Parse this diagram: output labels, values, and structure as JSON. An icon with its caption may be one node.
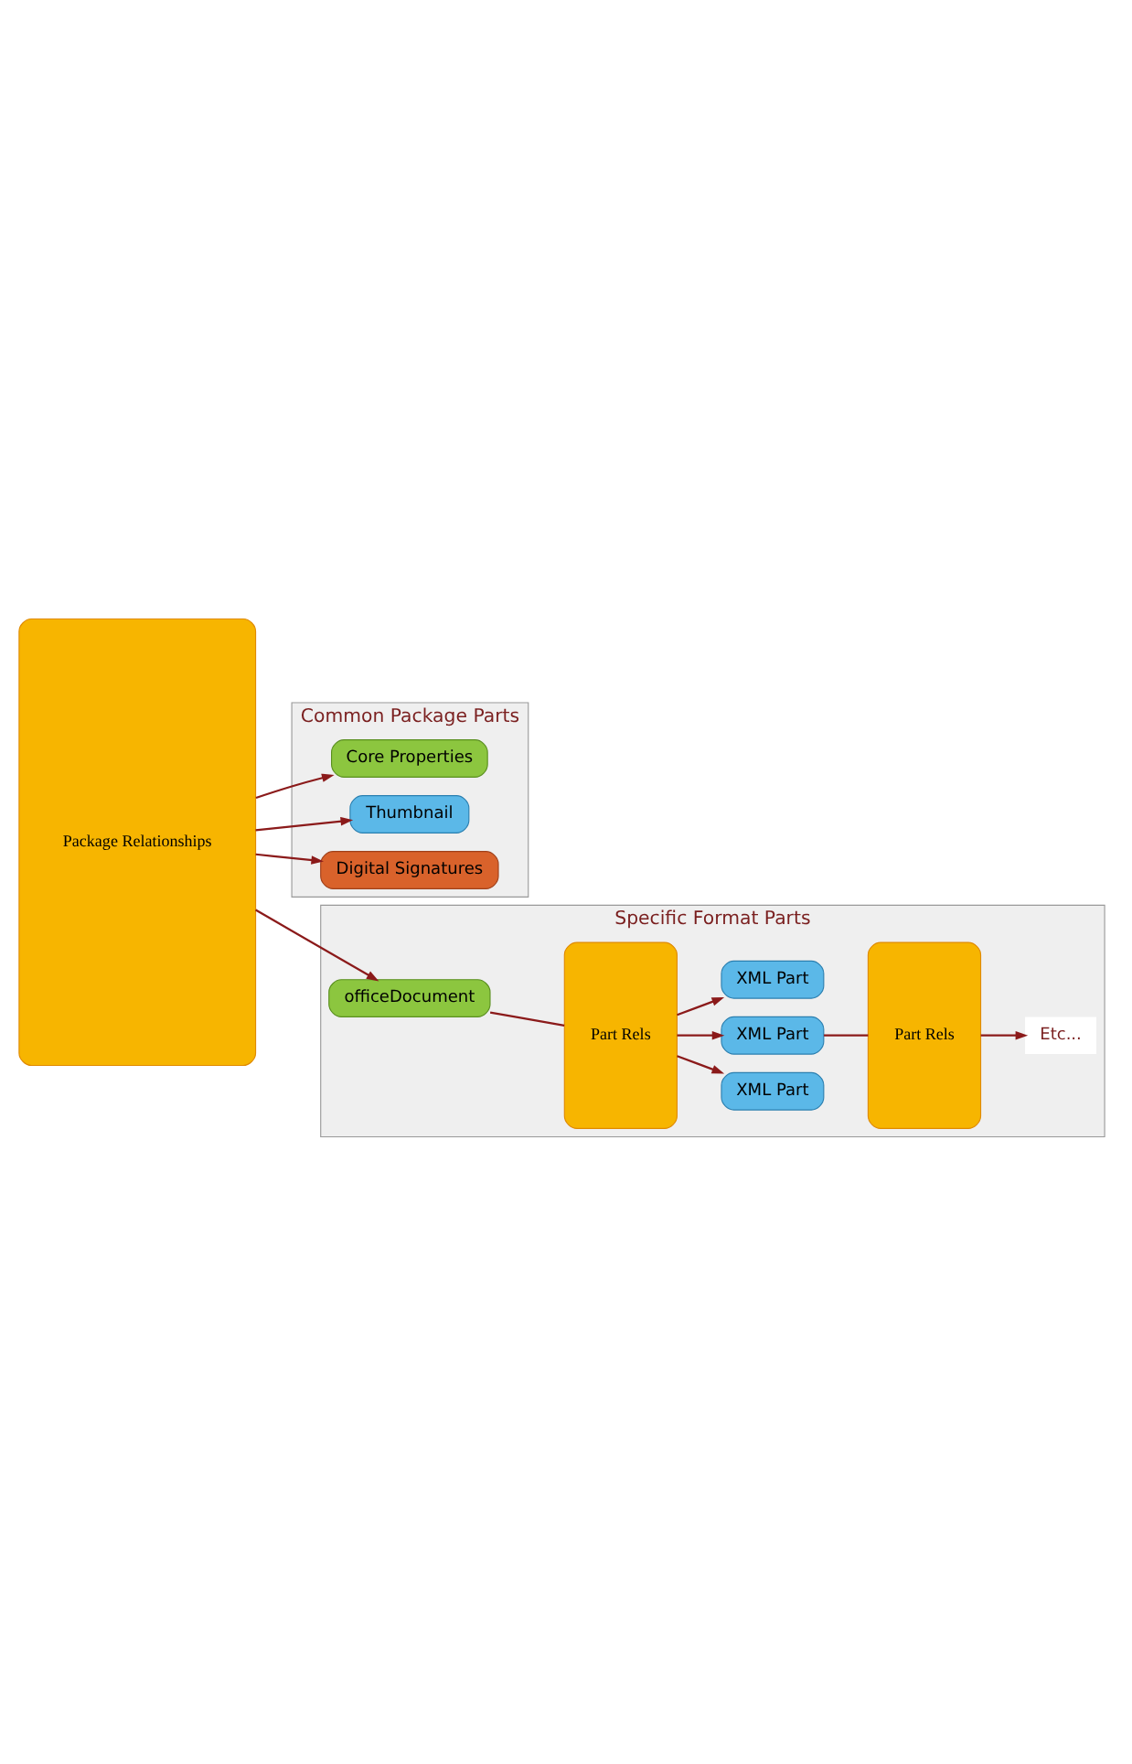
{
  "diagram": {
    "nodes": [
      {
        "text": [
          "Package Relationships"
        ]
      },
      {
        "text": [
          "Common Package Parts"
        ]
      },
      {
        "text": [
          "Core Properties"
        ],
        "in": 1
      },
      {
        "text": [
          "Thumbnail"
        ],
        "in": 1
      },
      {
        "text": [
          "Digital Signatures"
        ],
        "in": 1
      },
      {
        "text": [
          "Specific Format Parts"
        ]
      },
      {
        "text": [
          "officeDocument"
        ],
        "in": 5
      },
      {
        "text": [
          "Part Rels"
        ],
        "in": 5
      },
      {
        "text": [
          "XML Part"
        ],
        "in": 5
      },
      {
        "text": [
          "XML Part"
        ],
        "in": 5
      },
      {
        "text": [
          "Part Rels"
        ],
        "in": 5
      },
      {
        "text": [
          "Etc..."
        ],
        "in": 5
      },
      {
        "text": [
          "XML Part"
        ],
        "in": 5
      }
    ],
    "edges": [
      {
        "from": 0,
        "to": 2,
        "arrow": "to"
      },
      {
        "from": 0,
        "to": 3,
        "arrow": "to"
      },
      {
        "from": 0,
        "to": 4,
        "arrow": "to"
      },
      {
        "from": 0,
        "to": 6,
        "arrow": "to"
      },
      {
        "from": 6,
        "to": 7,
        "arrow": "none"
      },
      {
        "from": 7,
        "to": 8,
        "arrow": "to"
      },
      {
        "from": 7,
        "to": 9,
        "arrow": "to"
      },
      {
        "from": 9,
        "to": 10,
        "arrow": "none"
      },
      {
        "from": 10,
        "to": 11,
        "arrow": "to"
      },
      {
        "from": 7,
        "to": 12,
        "arrow": "to"
      }
    ]
  }
}
